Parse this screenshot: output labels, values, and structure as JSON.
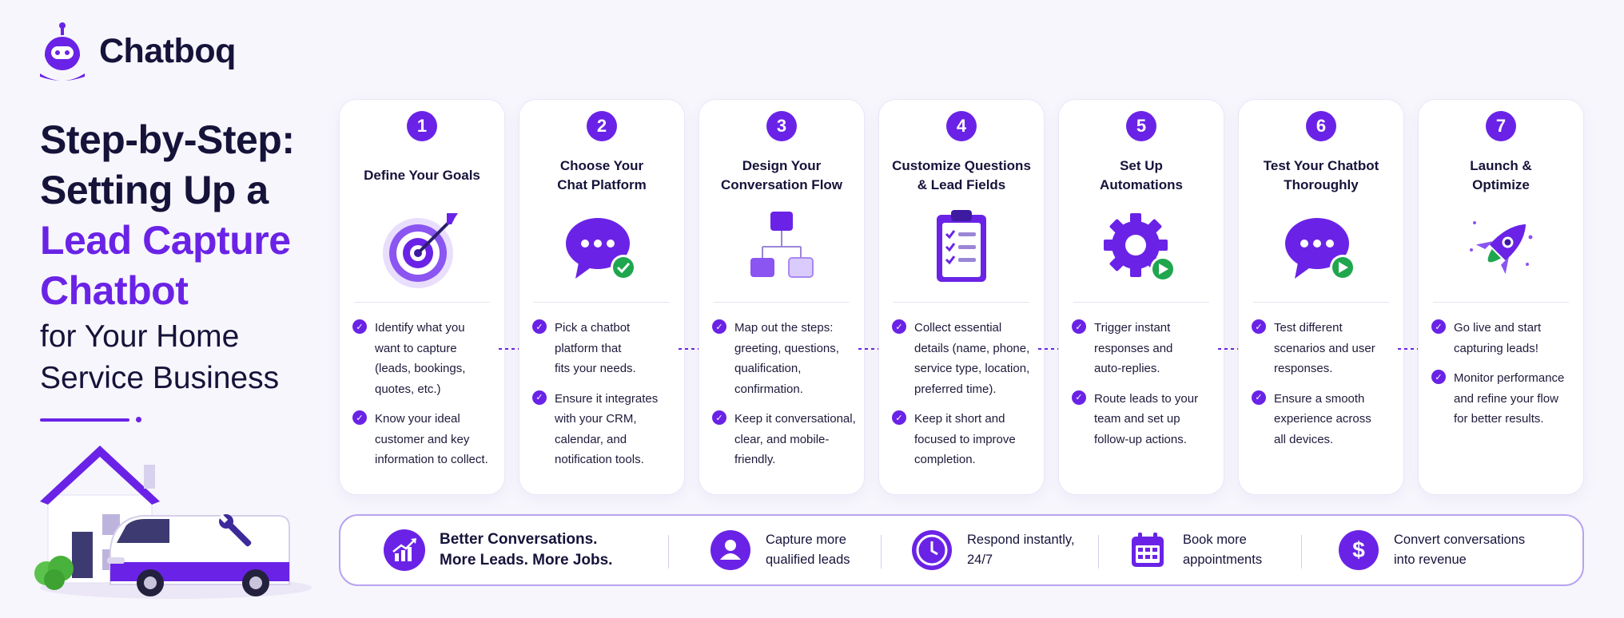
{
  "brand": {
    "name": "Chatboq",
    "logo_icon": "robot-chat-icon"
  },
  "headline": {
    "line1": "Step-by-Step:",
    "line2": "Setting Up a",
    "line3": "Lead Capture",
    "line4": "Chatbot",
    "line5": "for Your Home",
    "line6": "Service Business"
  },
  "colors": {
    "primary": "#6a23e6",
    "dark": "#16133a",
    "light_purple": "#b8a3f0",
    "success": "#1fa64e",
    "background": "#f7f6fc"
  },
  "steps": [
    {
      "number": "1",
      "title": "Define Your Goals",
      "icon": "target-icon",
      "bullets": [
        "Identify what you\nwant to capture\n(leads, bookings,\nquotes, etc.)",
        "Know your ideal\ncustomer and key\ninformation to collect."
      ]
    },
    {
      "number": "2",
      "title": "Choose Your\nChat Platform",
      "icon": "chat-bubble-check-icon",
      "bullets": [
        "Pick a chatbot\nplatform that\nfits your needs.",
        "Ensure it integrates\nwith your CRM,\ncalendar, and\nnotification tools."
      ]
    },
    {
      "number": "3",
      "title": "Design Your\nConversation Flow",
      "icon": "flowchart-icon",
      "bullets": [
        "Map out the steps:\ngreeting, questions,\nqualification,\nconfirmation.",
        "Keep it conversational,\nclear, and mobile-\nfriendly."
      ]
    },
    {
      "number": "4",
      "title": "Customize Questions\n& Lead Fields",
      "icon": "clipboard-checklist-icon",
      "bullets": [
        "Collect essential\ndetails (name, phone,\nservice type, location,\npreferred time).",
        "Keep it short and\nfocused to improve\ncompletion."
      ]
    },
    {
      "number": "5",
      "title": "Set Up\nAutomations",
      "icon": "gear-play-icon",
      "bullets": [
        "Trigger instant\nresponses and\nauto-replies.",
        "Route leads to your\nteam and set up\nfollow-up actions."
      ]
    },
    {
      "number": "6",
      "title": "Test Your Chatbot\nThoroughly",
      "icon": "chat-bubble-play-icon",
      "bullets": [
        "Test different\nscenarios and user\nresponses.",
        "Ensure a smooth\nexperience across\nall devices."
      ]
    },
    {
      "number": "7",
      "title": "Launch &\nOptimize",
      "icon": "rocket-icon",
      "bullets": [
        "Go live and start\ncapturing leads!",
        "Monitor performance\nand refine your flow\nfor better results."
      ]
    }
  ],
  "benefits": [
    {
      "icon": "growth-chart-icon",
      "text": "Better Conversations.\nMore Leads. More Jobs."
    },
    {
      "icon": "user-icon",
      "text": "Capture more\nqualified leads"
    },
    {
      "icon": "clock-icon",
      "text": "Respond instantly,\n24/7"
    },
    {
      "icon": "calendar-icon",
      "text": "Book more\nappointments"
    },
    {
      "icon": "dollar-icon",
      "text": "Convert conversations\ninto revenue"
    }
  ],
  "illustration": {
    "icons": [
      "house-icon",
      "van-icon",
      "wrench-icon",
      "bush-icon"
    ]
  }
}
